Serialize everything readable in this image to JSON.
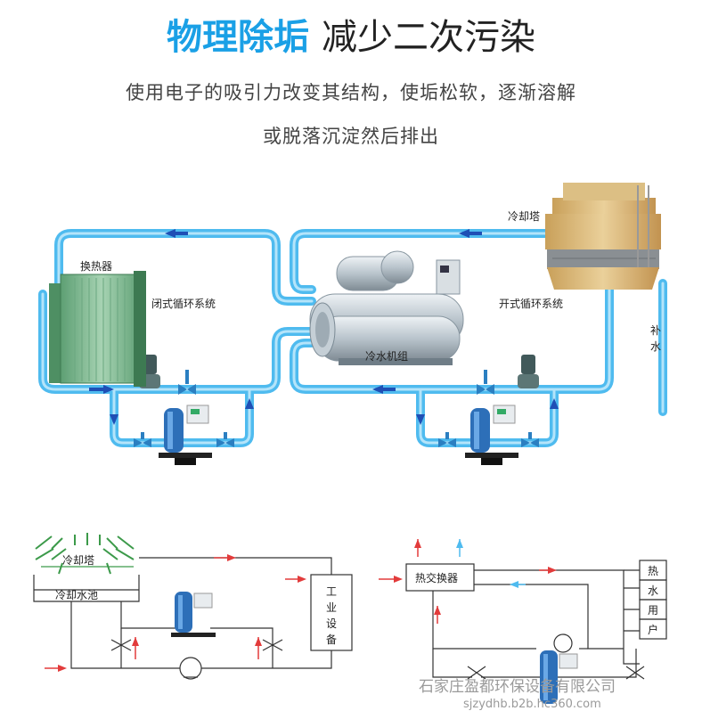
{
  "header": {
    "title_highlight": "物理除垢",
    "title_rest": "减少二次污染",
    "subtitle_line1": "使用电子的吸引力改变其结构，使垢松软，逐渐溶解",
    "subtitle_line2": "或脱落沉淀然后排出"
  },
  "top_diagram": {
    "heat_exchanger": "换热器",
    "closed_loop": "闭式循环系统",
    "chiller": "冷水机组",
    "open_loop": "开式循环系统",
    "cooling_tower": "冷却塔",
    "makeup_water_1": "补",
    "makeup_water_2": "水"
  },
  "bottom_left": {
    "cooling_tower": "冷却塔",
    "cooling_pool": "冷却水池",
    "industrial_equipment": [
      "工",
      "业",
      "设",
      "备"
    ]
  },
  "bottom_right": {
    "heat_exchanger": "热交换器",
    "hot_water_use": [
      "热",
      "水",
      "用",
      "户"
    ]
  },
  "watermark": {
    "company": "石家庄盈都环保设备有限公司",
    "url": "sjzydhb.b2b.hc360.com"
  },
  "colors": {
    "accent": "#1aa0e6",
    "pipe": "#5ec3f2",
    "arrow": "#1f4fb5",
    "red_arrow": "#e23b3b"
  }
}
